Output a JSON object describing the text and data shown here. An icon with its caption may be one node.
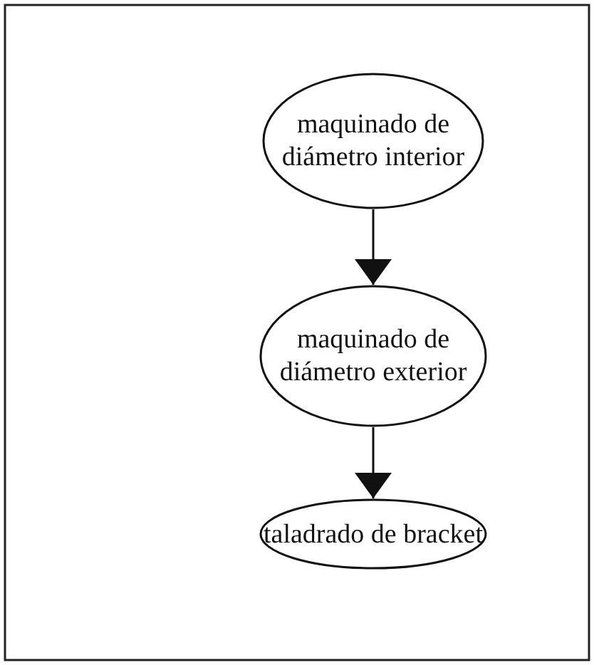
{
  "diagram": {
    "nodes": [
      {
        "text": [
          "maquinado de diámetro interior"
        ]
      },
      {
        "text": [
          "maquinado de diámetro exterior"
        ]
      },
      {
        "text": [
          "taladrado de bracket"
        ]
      }
    ],
    "edges": [
      {
        "from": 0,
        "to": 1,
        "arrow": "to"
      },
      {
        "from": 1,
        "to": 2,
        "arrow": "to"
      }
    ]
  }
}
